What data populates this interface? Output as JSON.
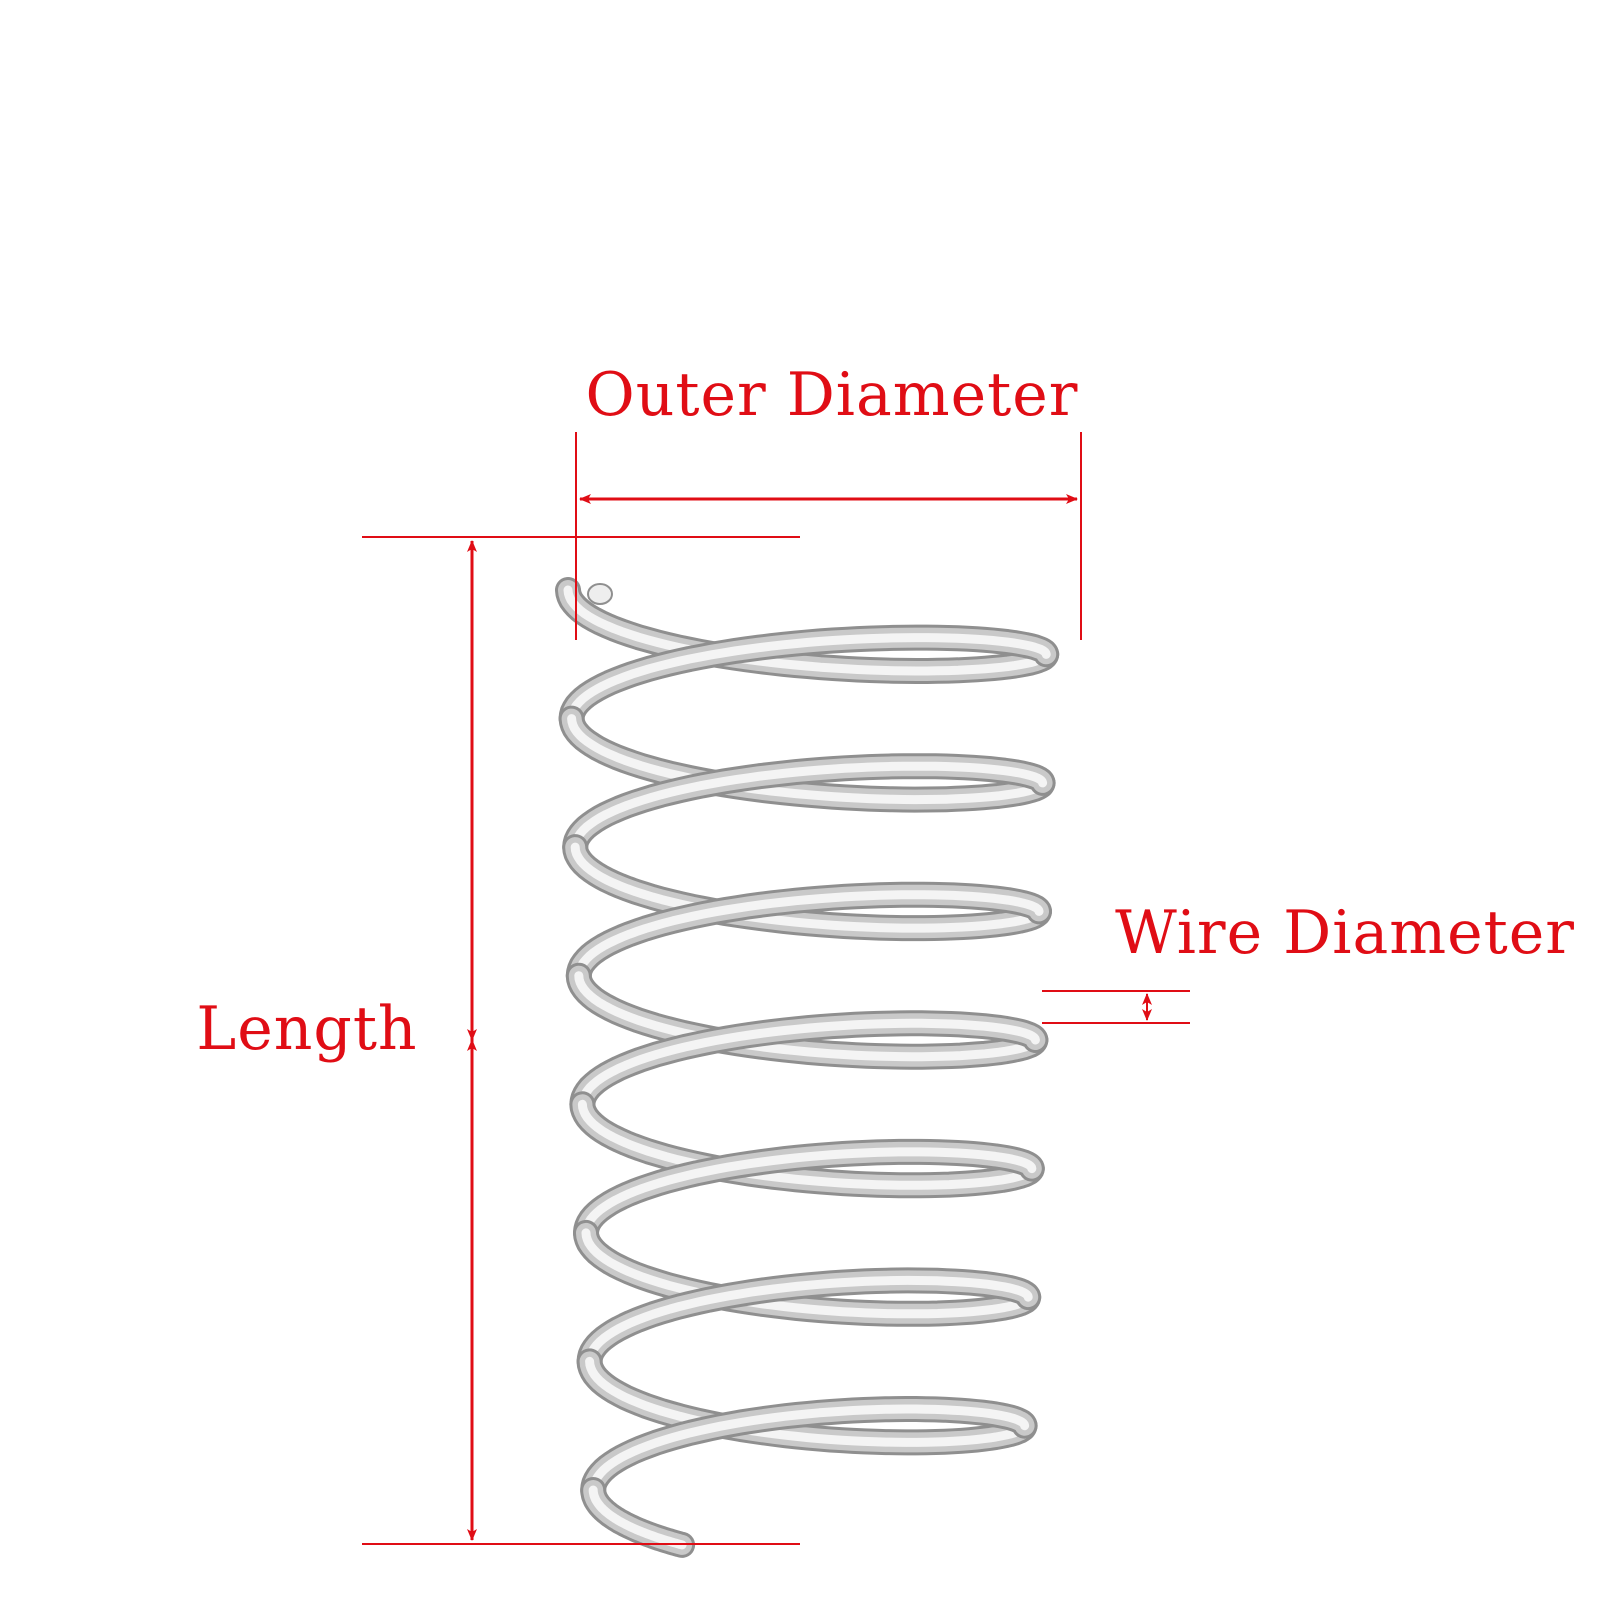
{
  "labels": {
    "outer_diameter": "Outer Diameter",
    "wire_diameter": "Wire Diameter",
    "length": "Length"
  },
  "colors": {
    "annotation": "#e00d15",
    "wire_light": "#f4f4f4",
    "wire_mid": "#c9c9c9",
    "wire_dark": "#8f8f8f",
    "background": "#ffffff"
  },
  "spring": {
    "coils": 7
  }
}
